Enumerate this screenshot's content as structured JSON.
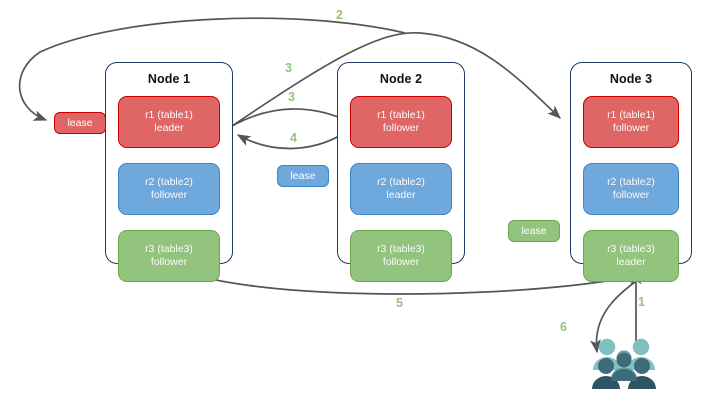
{
  "diagram": {
    "title": "Raft multi-range replication and lease diagram",
    "colors": {
      "range_red": "#e06666",
      "range_red_border": "#cc0000",
      "range_blue": "#6fa8dc",
      "range_blue_border": "#3d85c6",
      "range_green": "#93c47d",
      "range_green_border": "#6aa84f",
      "node_border": "#1f3864",
      "arrow": "#555555",
      "step_label": "#93c47d",
      "people_light": "#7fc1c0",
      "people_mid": "#4e8f8f",
      "people_dark": "#3d6b78",
      "people_darkest": "#2f5463"
    }
  },
  "nodes": [
    {
      "name": "node-1",
      "title": "Node 1",
      "ranges": [
        {
          "label": "r1 (table1)",
          "role": "leader",
          "color": "red"
        },
        {
          "label": "r2 (table2)",
          "role": "follower",
          "color": "blue"
        },
        {
          "label": "r3 (table3)",
          "role": "follower",
          "color": "green"
        }
      ]
    },
    {
      "name": "node-2",
      "title": "Node 2",
      "ranges": [
        {
          "label": "r1 (table1)",
          "role": "follower",
          "color": "red"
        },
        {
          "label": "r2 (table2)",
          "role": "leader",
          "color": "blue"
        },
        {
          "label": "r3 (table3)",
          "role": "follower",
          "color": "green"
        }
      ]
    },
    {
      "name": "node-3",
      "title": "Node 3",
      "ranges": [
        {
          "label": "r1 (table1)",
          "role": "follower",
          "color": "red"
        },
        {
          "label": "r2 (table2)",
          "role": "follower",
          "color": "blue"
        },
        {
          "label": "r3 (table3)",
          "role": "leader",
          "color": "green"
        }
      ]
    }
  ],
  "leases": [
    {
      "name": "lease-r1",
      "label": "lease",
      "color": "red"
    },
    {
      "name": "lease-r2",
      "label": "lease",
      "color": "blue"
    },
    {
      "name": "lease-r3",
      "label": "lease",
      "color": "green"
    }
  ],
  "steps": [
    {
      "id": "step-1",
      "label": "1"
    },
    {
      "id": "step-2",
      "label": "2"
    },
    {
      "id": "step-3a",
      "label": "3"
    },
    {
      "id": "step-3b",
      "label": "3"
    },
    {
      "id": "step-4",
      "label": "4"
    },
    {
      "id": "step-5",
      "label": "5"
    },
    {
      "id": "step-6",
      "label": "6"
    }
  ],
  "actors": {
    "users_icon": "users-icon",
    "users_count": 6
  }
}
